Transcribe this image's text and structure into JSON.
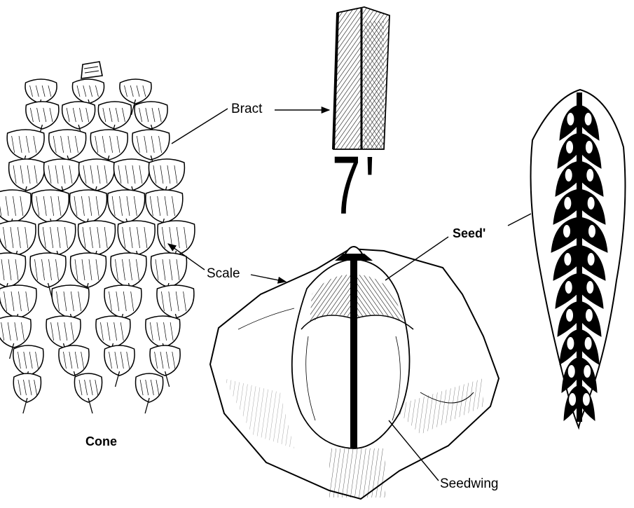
{
  "labels": {
    "bract": "Bract",
    "scale": "Scale",
    "seed": "Seed'",
    "seedwing": "Seedwing",
    "cone": "Cone",
    "figure_mark": "7'"
  },
  "colors": {
    "ink": "#000000",
    "paper": "#ffffff"
  }
}
